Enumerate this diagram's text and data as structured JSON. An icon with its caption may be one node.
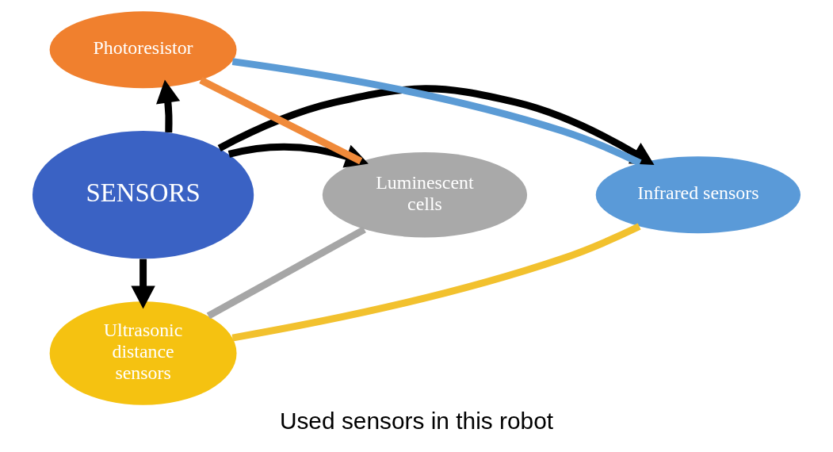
{
  "diagram": {
    "caption": "Used sensors in this robot",
    "nodes": [
      {
        "text": [
          "SENSORS"
        ]
      },
      {
        "text": [
          "Photoresistor"
        ]
      },
      {
        "text": [
          "Infrared sensors"
        ]
      },
      {
        "text": [
          "Luminescent cells"
        ]
      },
      {
        "text": [
          "Ultrasonic distance sensors"
        ]
      }
    ],
    "edges": [
      {
        "from": 0,
        "to": 1,
        "arrow": "to"
      },
      {
        "from": 0,
        "to": 2,
        "arrow": "to"
      },
      {
        "from": 0,
        "to": 3,
        "arrow": "to"
      },
      {
        "from": 0,
        "to": 4,
        "arrow": "to"
      },
      {
        "from": 1,
        "to": 3,
        "arrow": "none",
        "color": "#f08a3a"
      },
      {
        "from": 3,
        "to": 4,
        "arrow": "none",
        "color": "#a6a6a6"
      },
      {
        "from": 4,
        "to": 2,
        "arrow": "none",
        "color": "#f2c12e"
      },
      {
        "from": 2,
        "to": 1,
        "arrow": "none",
        "color": "#5b9bd5"
      }
    ]
  }
}
